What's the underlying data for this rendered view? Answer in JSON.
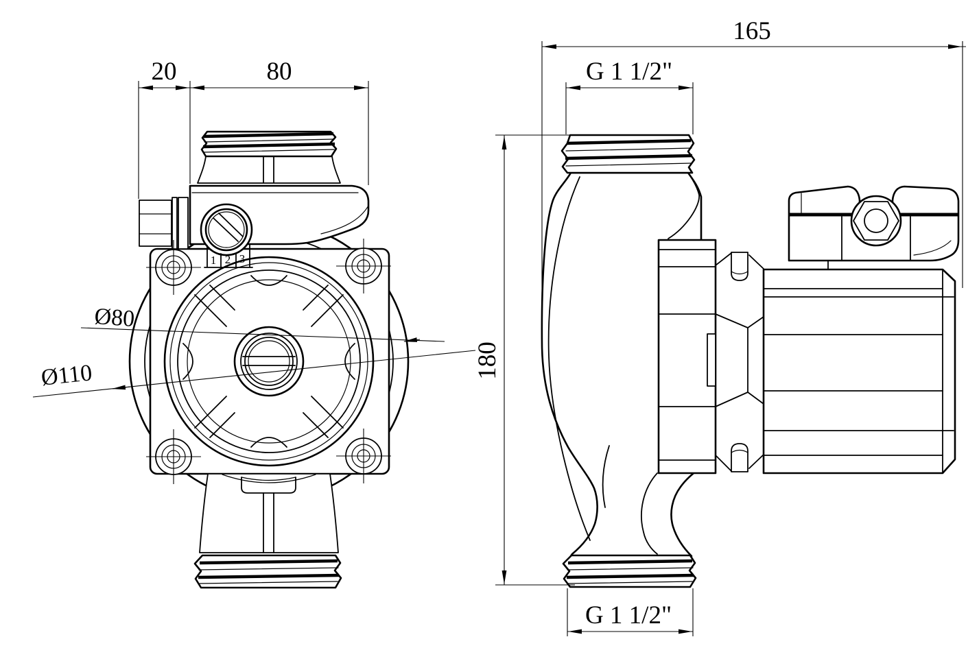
{
  "page": {
    "background": "#ffffff",
    "ink": "#000000"
  },
  "dims": {
    "d20": "20",
    "d80": "80",
    "d165": "165",
    "d180": "180",
    "dia80": "Ø80",
    "dia110": "Ø110",
    "thread_top": "G 1 1/2\"",
    "thread_bottom": "G 1 1/2\""
  },
  "selector": {
    "s1": "1",
    "s2": "2",
    "s3": "3"
  }
}
